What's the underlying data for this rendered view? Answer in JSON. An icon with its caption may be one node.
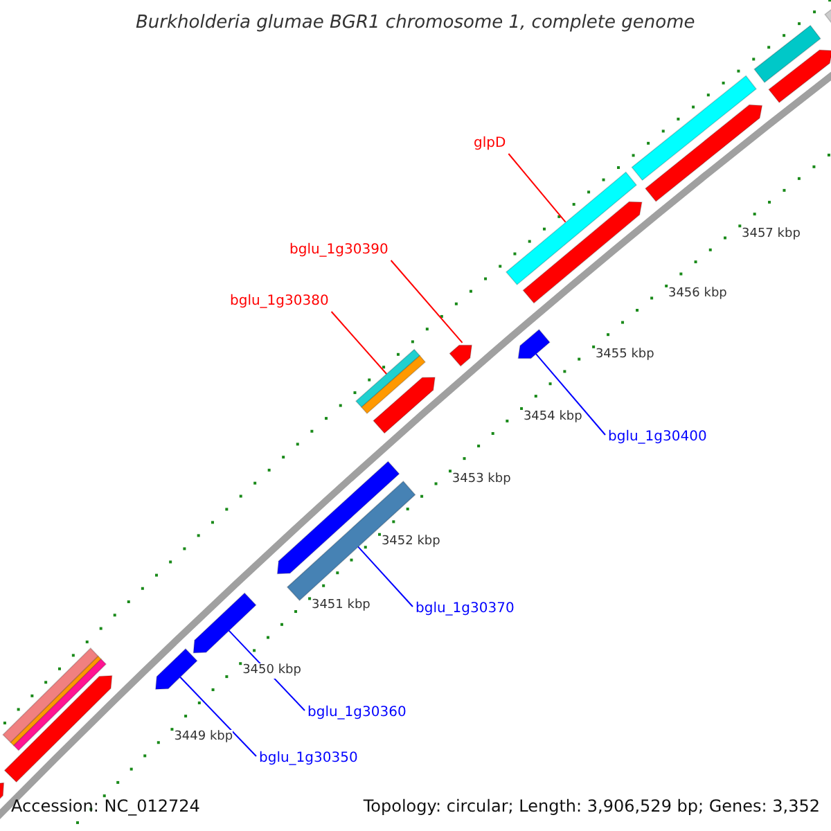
{
  "diagram": {
    "title": "Burkholderia glumae BGR1 chromosome 1, complete genome",
    "nodes": [
      {
        "text": [
          "glpD"
        ]
      },
      {
        "text": [
          "bglu_1g30390"
        ]
      },
      {
        "text": [
          "bglu_1g30380"
        ]
      },
      {
        "text": [
          "bglu_1g30400"
        ]
      },
      {
        "text": [
          "bglu_1g30370"
        ]
      },
      {
        "text": [
          "bglu_1g30360"
        ]
      },
      {
        "text": [
          "bglu_1g30350"
        ]
      },
      {
        "text": [],
        "shape": "pentagon"
      },
      {
        "text": [],
        "shape": "bar"
      },
      {
        "text": [],
        "shape": "bar"
      },
      {
        "text": [],
        "shape": "bar"
      },
      {
        "text": [],
        "shape": "pentagon"
      },
      {
        "text": [],
        "shape": "pentagon"
      },
      {
        "text": [],
        "shape": "pentagon"
      },
      {
        "text": [],
        "shape": "pentagon"
      },
      {
        "text": [],
        "shape": "bar"
      },
      {
        "text": [],
        "shape": "bar"
      },
      {
        "text": [],
        "shape": "bar"
      },
      {
        "text": [],
        "shape": "pentagon"
      },
      {
        "text": [],
        "shape": "pentagon"
      },
      {
        "text": [],
        "shape": "pentagon"
      },
      {
        "text": [],
        "shape": "bar"
      },
      {
        "text": [],
        "shape": "pentagon"
      },
      {
        "text": [],
        "shape": "bar"
      },
      {
        "text": [],
        "shape": "pentagon"
      },
      {
        "text": [],
        "shape": "bar"
      },
      {
        "text": [],
        "shape": "pentagon"
      },
      {
        "text": [],
        "shape": "bar"
      }
    ],
    "edges": [
      {
        "from": 0,
        "to": 21,
        "arrow": "none",
        "color": "#ff0000"
      },
      {
        "from": 1,
        "to": 19,
        "arrow": "none",
        "color": "#ff0000"
      },
      {
        "from": 2,
        "to": 16,
        "arrow": "none",
        "color": "#ff0000"
      },
      {
        "from": 3,
        "to": 20,
        "arrow": "none"
      },
      {
        "from": 4,
        "to": 15,
        "arrow": "none"
      },
      {
        "from": 5,
        "to": 13,
        "arrow": "none"
      },
      {
        "from": 6,
        "to": 12,
        "arrow": "none"
      }
    ],
    "labels": [
      "3457 kbp",
      "3456 kbp",
      "3455 kbp",
      "3454 kbp",
      "3453 kbp",
      "3452 kbp",
      "3451 kbp",
      "3450 kbp",
      "3449 kbp",
      "Accession: NC_012724",
      "Topology: circular; Length: 3,906,529 bp; Genes: 3,352"
    ]
  }
}
